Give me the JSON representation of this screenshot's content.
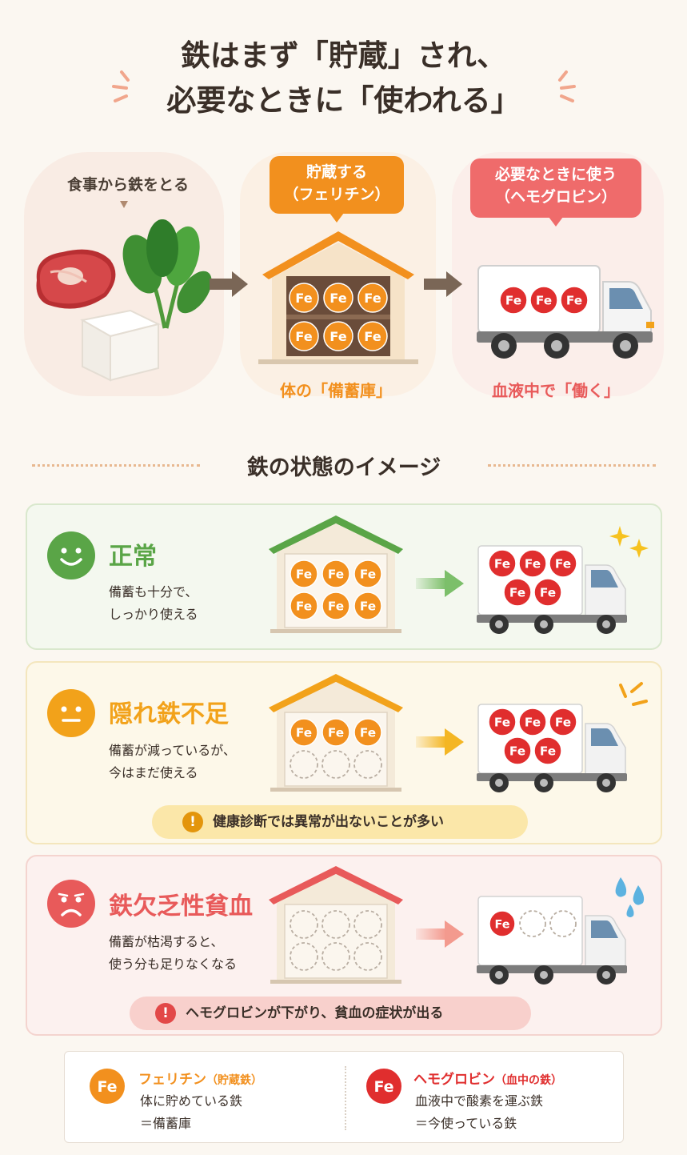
{
  "title": {
    "line1": "鉄はまず「貯蔵」され、",
    "line2": "必要なときに「使われる」"
  },
  "top_flow": {
    "food_label": "食事から鉄をとる",
    "store_bubble_line1": "貯蔵する",
    "store_bubble_line2": "（フェリチン）",
    "use_bubble_line1": "必要なときに使う",
    "use_bubble_line2": "（ヘモグロビン）",
    "store_caption": "体の「備蓄庫」",
    "use_caption": "血液中で「働く」",
    "fe_label": "Fe"
  },
  "states_title": "鉄の状態のイメージ",
  "states": [
    {
      "title": "正常",
      "desc_line1": "備蓄も十分で、",
      "desc_line2": "しっかり使える",
      "color": "#5aa547",
      "stored_filled": 6,
      "blood_filled": 5,
      "note": ""
    },
    {
      "title": "隠れ鉄不足",
      "desc_line1": "備蓄が減っているが、",
      "desc_line2": "今はまだ使える",
      "color": "#f2a21a",
      "stored_filled": 3,
      "blood_filled": 5,
      "note": "健康診断では異常が出ないことが多い",
      "note_icon": "!"
    },
    {
      "title": "鉄欠乏性貧血",
      "desc_line1": "備蓄が枯渇すると、",
      "desc_line2": "使う分も足りなくなる",
      "color": "#e85a5a",
      "stored_filled": 0,
      "blood_filled": 1,
      "note": "ヘモグロビンが下がり、貧血の症状が出る",
      "note_icon": "!"
    }
  ],
  "legend": {
    "ferritin_name": "フェリチン",
    "ferritin_sub": "（貯蔵鉄）",
    "ferritin_desc1": "体に貯めている鉄",
    "ferritin_desc2": "＝備蓄庫",
    "hemoglobin_name": "ヘモグロビン",
    "hemoglobin_sub": "（血中の鉄）",
    "hemoglobin_desc1": "血液中で酸素を運ぶ鉄",
    "hemoglobin_desc2": "＝今使っている鉄",
    "fe_label": "Fe"
  },
  "colors": {
    "ferritin": "#f2901e",
    "hemoglobin": "#e02e2e"
  }
}
